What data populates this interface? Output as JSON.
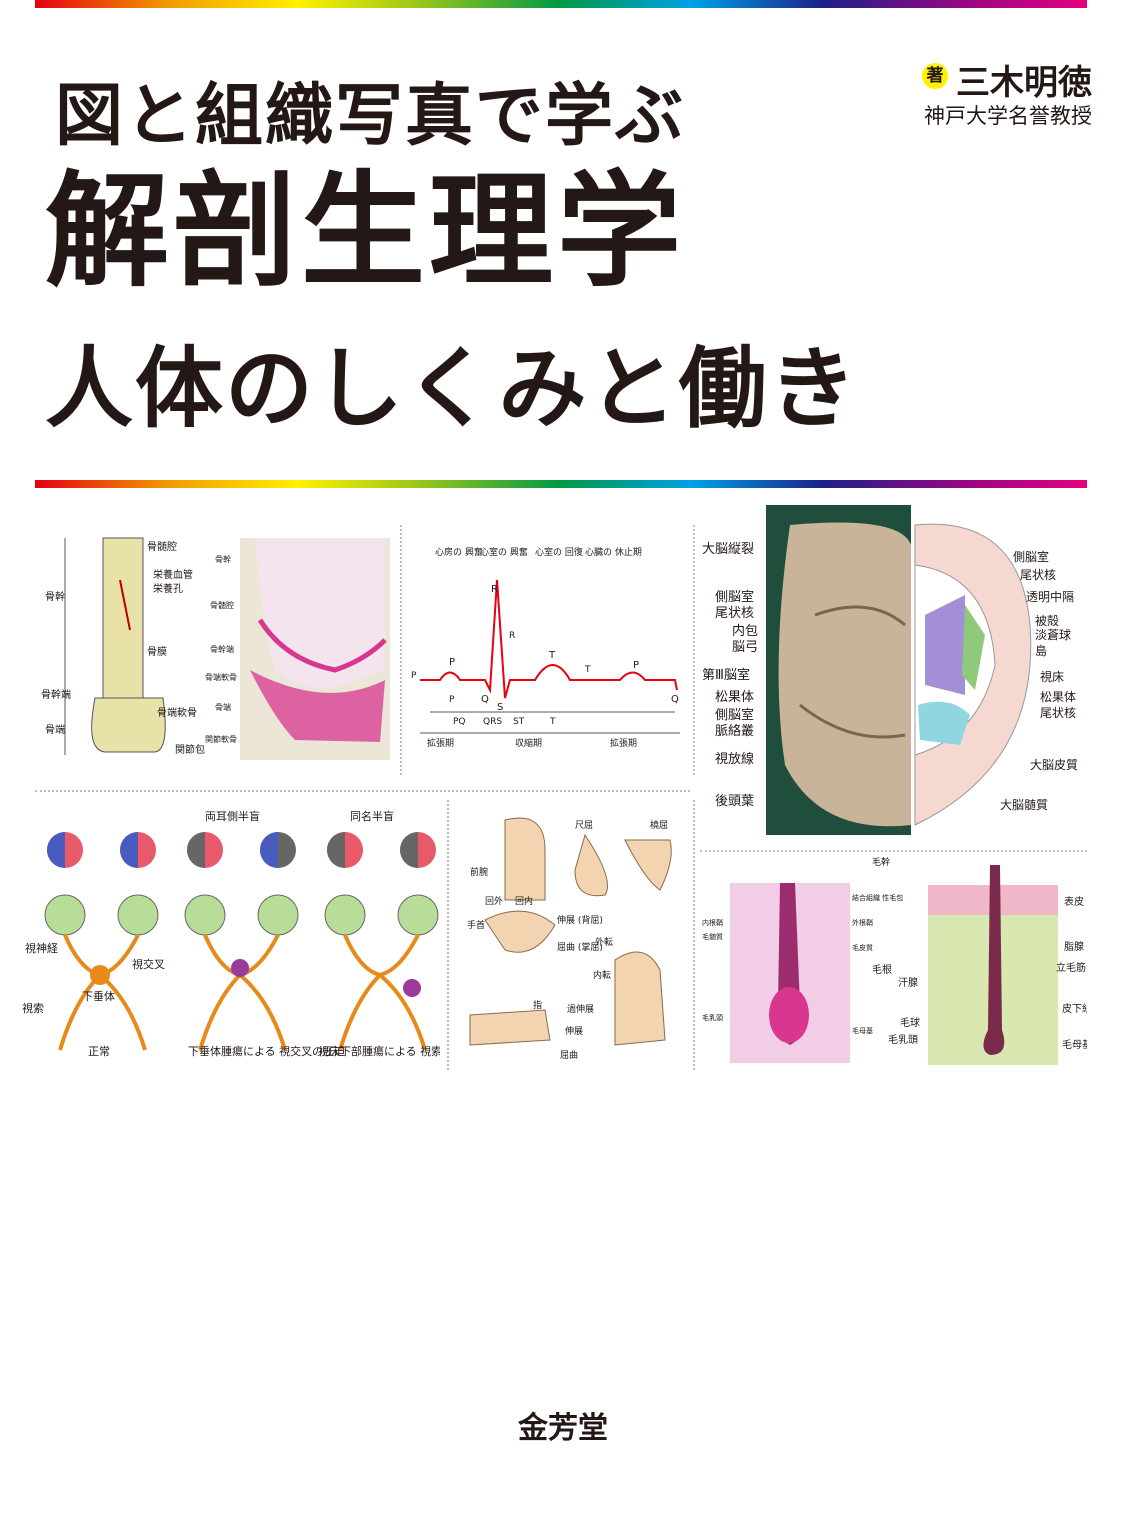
{
  "title_line1": "図と組織写真で学ぶ",
  "title_line2": "解剖生理学",
  "title_line3": "人体のしくみと働き",
  "author_badge": "著",
  "author_name": "三木明徳",
  "author_affiliation": "神戸大学名誉教授",
  "publisher": "金芳堂",
  "bone": {
    "labels_left": [
      "骨幹",
      "骨幹端",
      "骨端"
    ],
    "labels_right": [
      "骨髄腔",
      "栄養血管",
      "栄養孔",
      "骨膜",
      "骨端軟骨",
      "関節包"
    ],
    "photo_labels": [
      "骨幹",
      "骨髄腔",
      "骨幹端",
      "骨端軟骨",
      "骨端",
      "関節軟骨"
    ]
  },
  "ecg": {
    "phases_top": [
      "心房の\n興奮",
      "心室の\n興奮",
      "心室の\n回復",
      "心臓の\n休止期"
    ],
    "waves": [
      "P",
      "R",
      "Q",
      "S",
      "T",
      "P",
      "Q"
    ],
    "intervals": [
      "PQ",
      "QRS",
      "ST",
      "T"
    ],
    "periods": [
      "拡張期",
      "収縮期",
      "拡張期"
    ],
    "side_labels": [
      "P",
      "P",
      "R",
      "T"
    ]
  },
  "brain": {
    "labels_left": [
      "大脳縦裂",
      "側脳室",
      "尾状核",
      "内包",
      "脳弓",
      "第Ⅲ脳室",
      "松果体",
      "側脳室",
      "脈絡叢",
      "視放線",
      "後頭葉"
    ],
    "labels_right": [
      "側脳室",
      "尾状核",
      "透明中隔",
      "被殻",
      "淡蒼球",
      "島",
      "視床",
      "松果体",
      "尾状核",
      "大脳皮質",
      "大脳髄質"
    ]
  },
  "vision": {
    "headers": [
      "両耳側半盲",
      "同名半盲"
    ],
    "labels": [
      "視神経",
      "視交叉",
      "下垂体",
      "視索"
    ],
    "captions": [
      "正常",
      "下垂体腫瘍による\n視交叉の圧迫",
      "視床下部腫瘍による\n視索の圧迫"
    ]
  },
  "hand": {
    "labels": [
      "前腕",
      "回外",
      "回内",
      "尺屈",
      "橈屈",
      "手首",
      "伸展\n(背屈)",
      "屈曲\n(掌屈)",
      "外転",
      "内転",
      "指",
      "過伸展",
      "伸展",
      "屈曲"
    ]
  },
  "hair": {
    "labels_top": [
      "毛幹"
    ],
    "photo_labels": [
      "内根鞘",
      "毛髄質",
      "結合組織\n性毛包",
      "外根鞘",
      "毛皮質",
      "毛乳頭",
      "毛母基"
    ],
    "labels_right": [
      "表皮",
      "脂腺",
      "立毛筋",
      "皮下組織",
      "毛母基"
    ],
    "labels_mid": [
      "毛根",
      "汗腺",
      "毛球",
      "毛乳頭"
    ]
  },
  "colors": {
    "pink_stain": "#d8368f",
    "bone_yellow": "#e8e2a8",
    "brain_bg": "#1f4e3d",
    "brain_tissue": "#c9b49a",
    "eye_red": "#e85a6a",
    "eye_blue": "#4a5bbf",
    "chiasm_orange": "#e88a1a",
    "tumor_purple": "#9b3b9b"
  }
}
